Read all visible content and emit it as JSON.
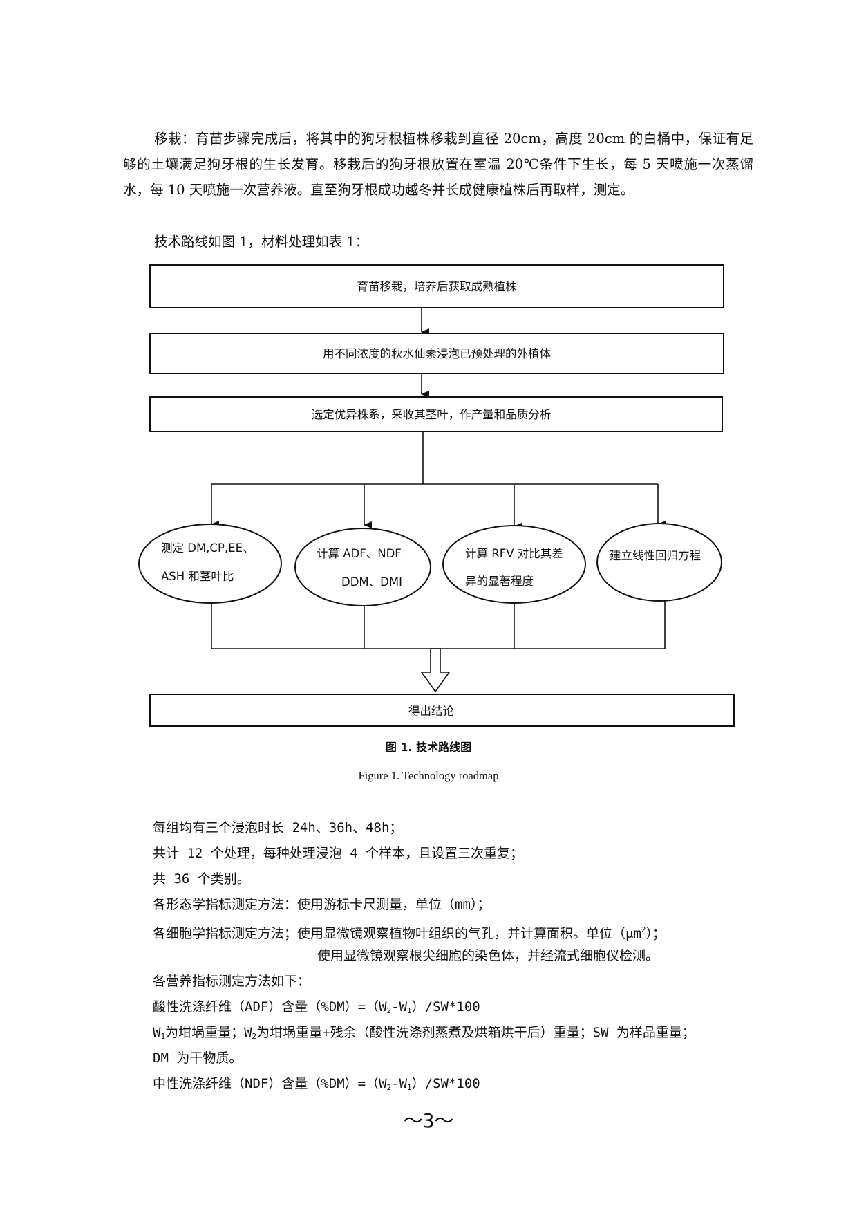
{
  "paragraphs": {
    "transplant": "移栽：育苗步骤完成后，将其中的狗牙根植株移栽到直径 20cm，高度 20cm 的白桶中，保证有足够的土壤满足狗牙根的生长发育。移栽后的狗牙根放置在室温 20℃条件下生长，每 5 天喷施一次蒸馏水，每 10 天喷施一次营养液。直至狗牙根成功越冬并长成健康植株后再取样，测定。",
    "route_intro": "技术路线如图 1，材料处理如表 1："
  },
  "flowchart": {
    "box1": "育苗移栽，培养后获取成熟植株",
    "box2": "用不同浓度的秋水仙素浸泡已预处理的外植体",
    "box3": "选定优异株系，采收其茎叶，作产量和品质分析",
    "ellipse1": [
      "测定 DM,CP,EE、",
      "ASH 和茎叶比"
    ],
    "ellipse2": [
      "计算 ADF、NDF",
      "DDM、DMI"
    ],
    "ellipse3": [
      "计算 RFV 对比其差",
      "异的显著程度"
    ],
    "ellipse4": [
      "建立线性回归方程"
    ],
    "conclusion": "得出结论"
  },
  "caption": {
    "cn": "图 1. 技术路线图",
    "en": "Figure 1. Technology roadmap"
  },
  "notes": [
    "每组均有三个浸泡时长 24h、36h、48h；",
    "共计 12 个处理，每种处理浸泡 4 个样本，且设置三次重复；",
    "共 36 个类别。",
    "各形态学指标测定方法：使用游标卡尺测量，单位（mm）；"
  ],
  "cytology": {
    "line1_a": "各细胞学指标测定方法；使用显微镜观察植物叶组织的气孔，并计算面积。单位（μm",
    "line1_sup": "2",
    "line1_b": "）；",
    "line2": "使用显微镜观察根尖细胞的染色体，并经流式细胞仪检测。"
  },
  "nutrition_intro": "各营养指标测定方法如下：",
  "adf": {
    "a": "酸性洗涤纤维（ADF）含量（%DM）=（W",
    "s1": "2",
    "b": "-W",
    "s2": "1",
    "c": "）/SW*100"
  },
  "w_def": {
    "w": "W",
    "s1": "1",
    "a": "为坩埚重量；W",
    "s2": "2",
    "b": "为坩埚重量+残余（酸性洗涤剂蒸煮及烘箱烘干后）重量；SW 为样品重量；"
  },
  "dm_def": "DM 为干物质。",
  "ndf": {
    "a": "中性洗涤纤维（NDF）含量（%DM）=（W",
    "s1": "2",
    "b": "-W",
    "s2": "1",
    "c": "）/SW*100"
  },
  "page_number": "～3～"
}
